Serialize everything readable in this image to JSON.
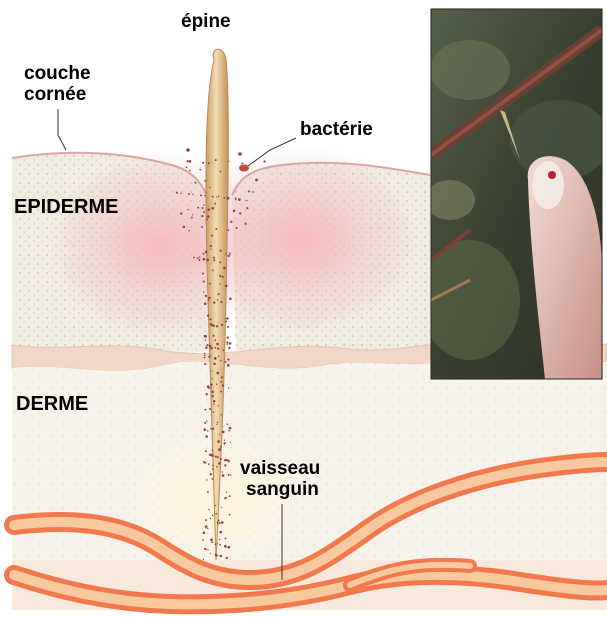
{
  "labels": {
    "thorn": "épine",
    "horny_layer_line1": "couche",
    "horny_layer_line2": "cornée",
    "bacteria": "bactérie",
    "epidermis": "EPIDERME",
    "dermis": "DERME",
    "vessel_line1": "vaisseau",
    "vessel_line2": "sanguin"
  },
  "colors": {
    "skin_pink": "#f4c4c6",
    "epidermis_base": "#f1ece2",
    "dermis_base": "#f7f3ea",
    "vessel_outer": "#f2774a",
    "vessel_inner": "#f8c79c",
    "thorn": "#e8c690",
    "dots": "#9b3d3d",
    "photo_dark": "#3e4538"
  },
  "icons": {
    "photo": "finger-pricked-by-thorn-photo",
    "bacteria": "bacteria-icon"
  }
}
